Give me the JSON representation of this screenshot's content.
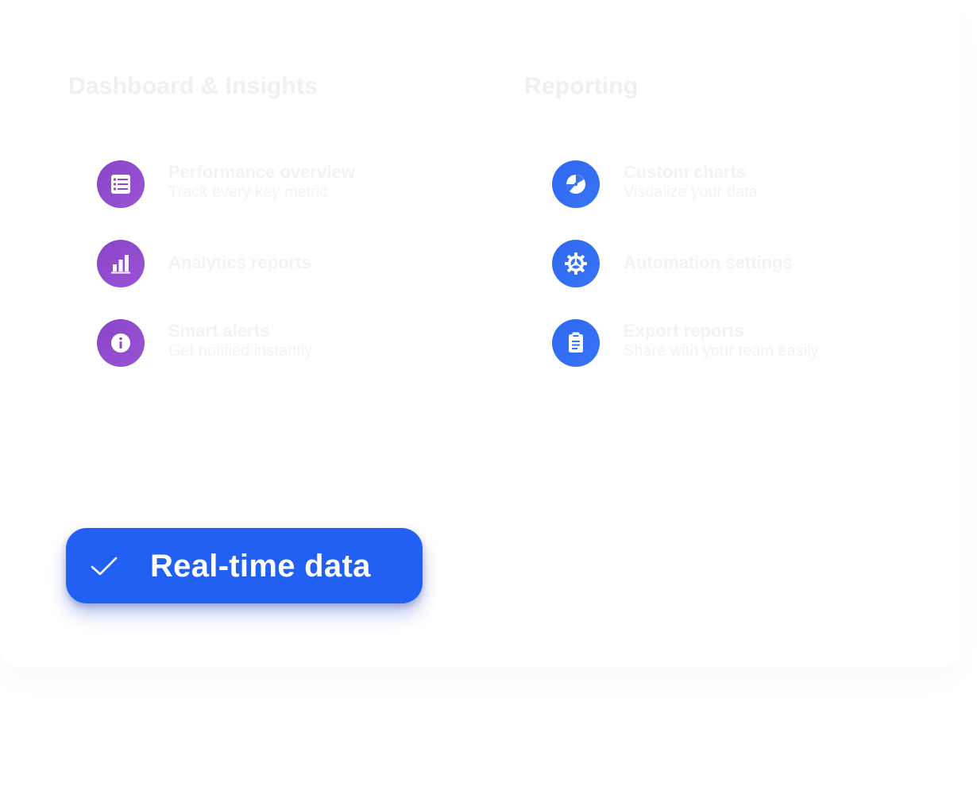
{
  "columns": {
    "left": {
      "title": "Dashboard & Insights",
      "accent": "#8a44c7",
      "items": [
        {
          "icon": "list-icon",
          "title": "Performance overview",
          "desc": "Track every key metric"
        },
        {
          "icon": "bar-chart-icon",
          "title": "Analytics reports",
          "desc": ""
        },
        {
          "icon": "info-icon",
          "title": "Smart alerts",
          "desc": "Get notified instantly"
        }
      ]
    },
    "right": {
      "title": "Reporting",
      "accent": "#2c68f0",
      "items": [
        {
          "icon": "pie-chart-icon",
          "title": "Custom charts",
          "desc": "Visualize your data"
        },
        {
          "icon": "gear-icon",
          "title": "Automation settings",
          "desc": ""
        },
        {
          "icon": "clipboard-icon",
          "title": "Export reports",
          "desc": "Share with your team easily"
        }
      ]
    }
  },
  "badge": {
    "label": "Real-time data",
    "icon": "check-icon",
    "color": "#2260f4"
  }
}
